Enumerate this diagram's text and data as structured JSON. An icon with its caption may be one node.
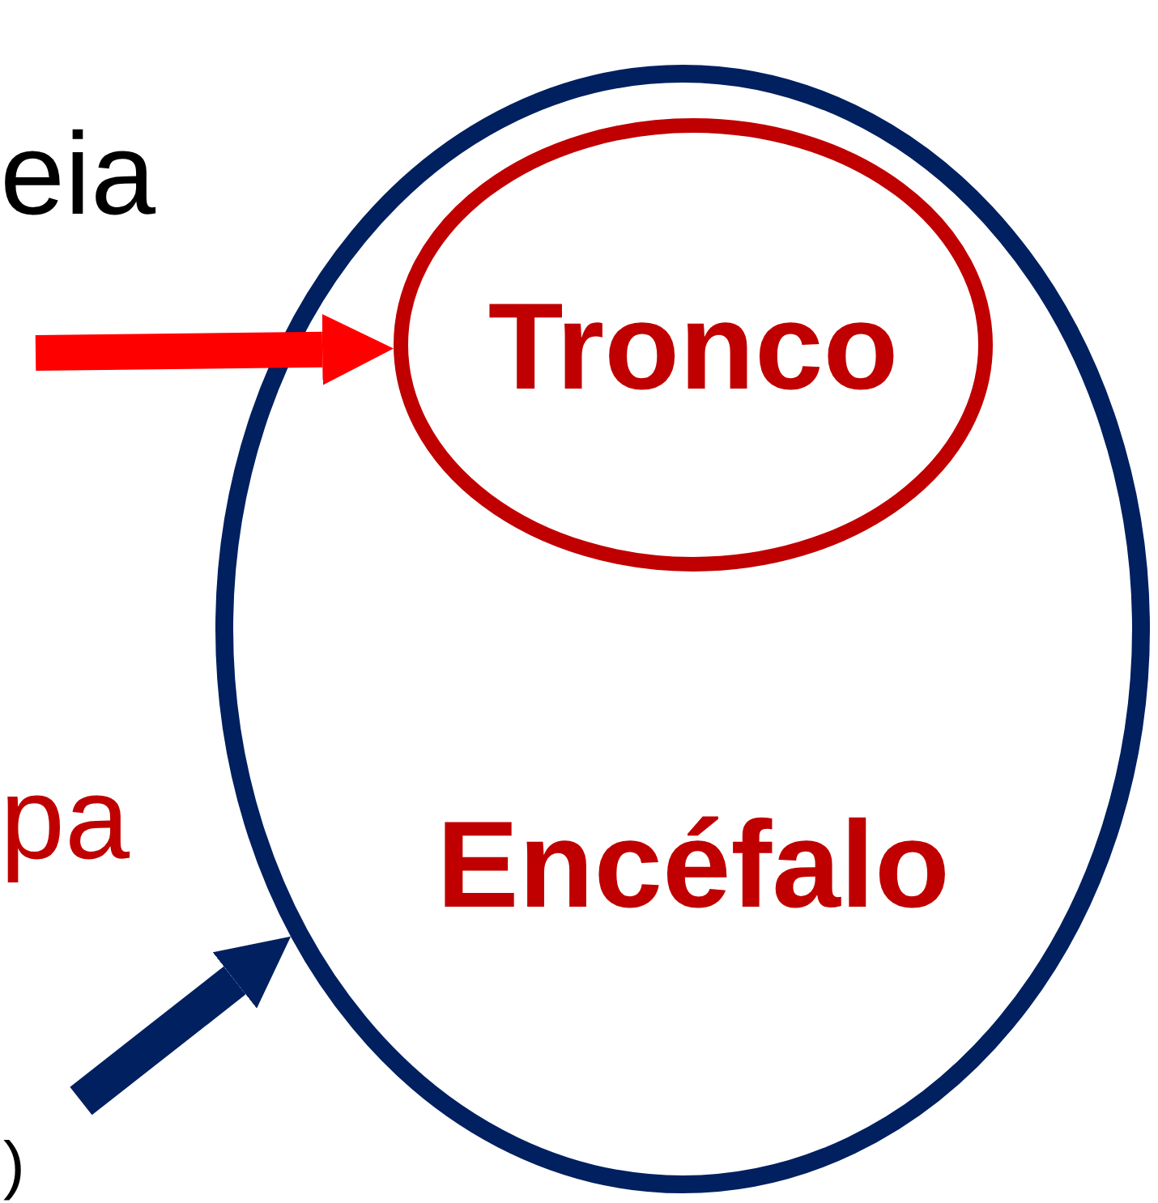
{
  "diagram": {
    "nodes": [
      {
        "text": [
          "Encéfalo"
        ]
      },
      {
        "text": [
          "Tronco"
        ],
        "in": 0
      }
    ],
    "edges": [
      {
        "from": null,
        "to": 1,
        "arrow": "to",
        "color": "#ff0000"
      },
      {
        "from": null,
        "to": 0,
        "arrow": "to",
        "color": "#002060"
      }
    ],
    "labels": [
      "eia",
      "pa",
      ")"
    ]
  }
}
